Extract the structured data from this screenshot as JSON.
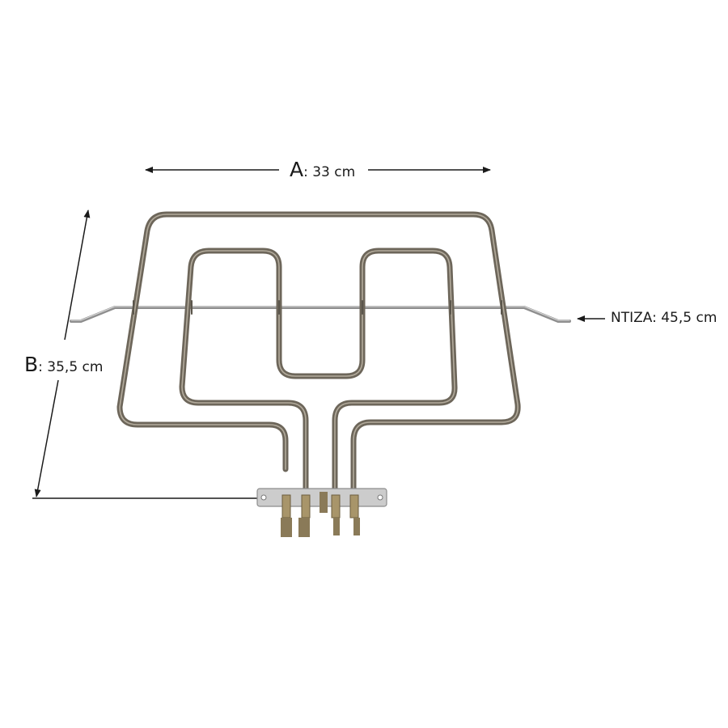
{
  "dimensions": {
    "a": {
      "letter": "A",
      "text": ": 33 cm"
    },
    "b": {
      "letter": "B",
      "text": ": 35,5 cm"
    },
    "ntiza": {
      "text": "NTIZA: 45,5 cm"
    }
  },
  "colors": {
    "element_tube": "#6d665a",
    "element_tube_highlight": "#b3ab9c",
    "support_rod": "#9a9a9a",
    "mount_plate": "#c9c9c9",
    "terminal": "#8a7a58",
    "dimension_line": "#1a1a1a"
  }
}
